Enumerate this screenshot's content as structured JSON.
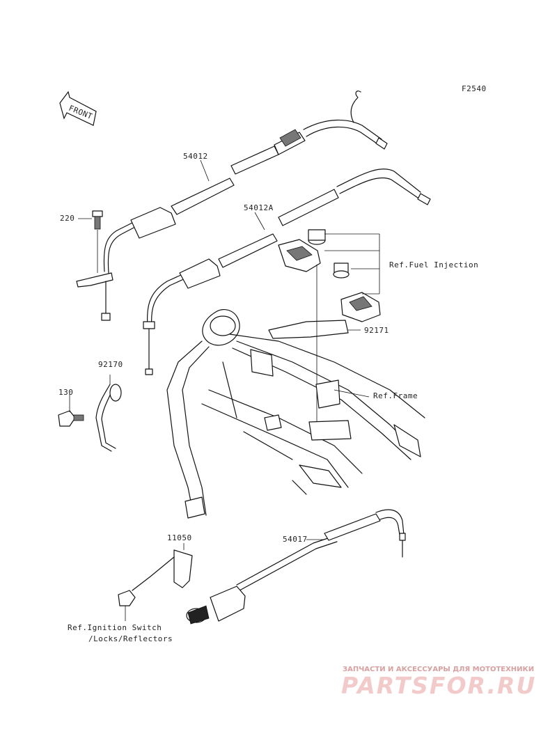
{
  "diagram": {
    "figure_code": "F2540",
    "front_marker": "FRONT",
    "callouts": [
      {
        "id": "c54012",
        "text": "54012"
      },
      {
        "id": "c220",
        "text": "220"
      },
      {
        "id": "c54012A",
        "text": "54012A"
      },
      {
        "id": "cFuel",
        "text": "Ref.Fuel Injection"
      },
      {
        "id": "c92171",
        "text": "92171"
      },
      {
        "id": "c92170",
        "text": "92170"
      },
      {
        "id": "c130",
        "text": "130"
      },
      {
        "id": "cFrame",
        "text": "Ref.Frame"
      },
      {
        "id": "c11050",
        "text": "11050"
      },
      {
        "id": "c54017",
        "text": "54017"
      },
      {
        "id": "cIgn1",
        "text": "Ref.Ignition Switch"
      },
      {
        "id": "cIgn2",
        "text": "/Locks/Reflectors"
      }
    ]
  },
  "watermark": {
    "tagline": "ЗАПЧАСТИ И АКСЕССУАРЫ ДЛЯ МОТОТЕХНИКИ",
    "logo": "PARTSFOR.RU",
    "color": "#e8b4b4"
  }
}
